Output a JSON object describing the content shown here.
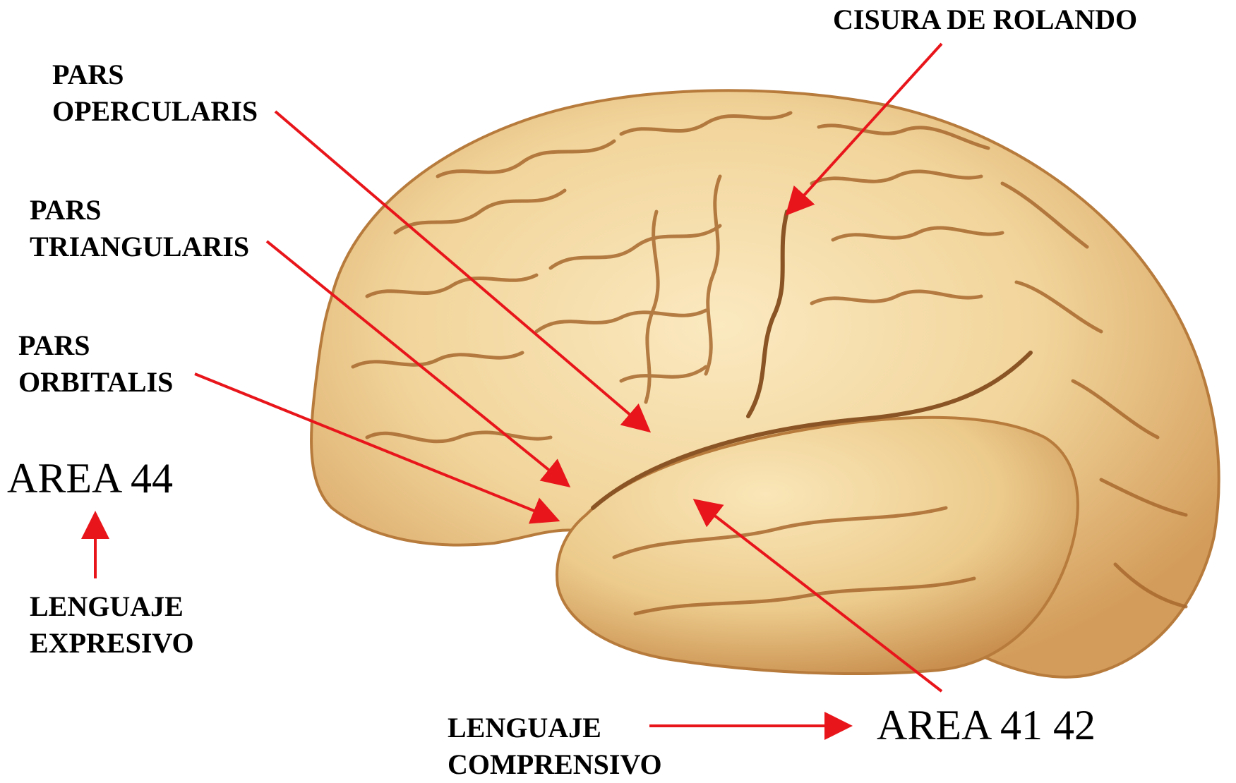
{
  "labels": {
    "cisura_rolando": "CISURA DE ROLANDO",
    "pars_opercularis": [
      "PARS",
      "OPERCULARIS"
    ],
    "pars_triangularis": [
      "PARS",
      "TRIANGULARIS"
    ],
    "pars_orbitalis": [
      "PARS",
      "ORBITALIS"
    ],
    "area_44": "AREA 44",
    "lenguaje_expresivo": [
      "LENGUAJE",
      "EXPRESIVO"
    ],
    "lenguaje_comprensivo": [
      "LENGUAJE",
      "COMPRENSIVO"
    ],
    "area_41_42": "AREA 41 42"
  },
  "colors": {
    "arrow": "#e8161b",
    "brain_fill": "#f1d49a",
    "brain_shadow": "#c98f4e",
    "sulcus": "#a8692e"
  }
}
